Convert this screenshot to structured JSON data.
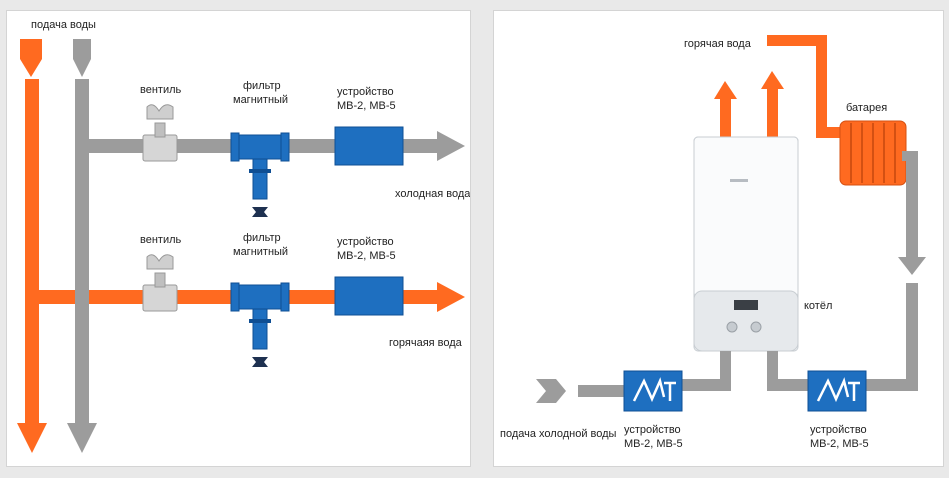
{
  "colors": {
    "hot": "#ff6a20",
    "cold": "#9c9c9c",
    "device": "#1e6fc0",
    "device_dark": "#0f4f94",
    "valve_body": "#d6d6d6"
  },
  "left": {
    "water_supply_label": "подача воды",
    "row_cold": {
      "valve_label": "вентиль",
      "filter_label_1": "фильтр",
      "filter_label_2": "магнитный",
      "device_label_1": "устройство",
      "device_label_2": "МВ-2, МВ-5",
      "outlet_label": "холодная вода"
    },
    "row_hot": {
      "valve_label": "вентиль",
      "filter_label_1": "фильтр",
      "filter_label_2": "магнитный",
      "device_label_1": "устройство",
      "device_label_2": "МВ-2, МВ-5",
      "outlet_label": "горячаяя вода"
    }
  },
  "right": {
    "hot_water_label": "горячая вода",
    "radiator_label": "батарея",
    "boiler_label": "котёл",
    "cold_inlet_label": "подача холодной воды",
    "device_left_label_1": "устройство",
    "device_left_label_2": "МВ-2, МВ-5",
    "device_right_label_1": "устройство",
    "device_right_label_2": "МВ-2, МВ-5"
  }
}
